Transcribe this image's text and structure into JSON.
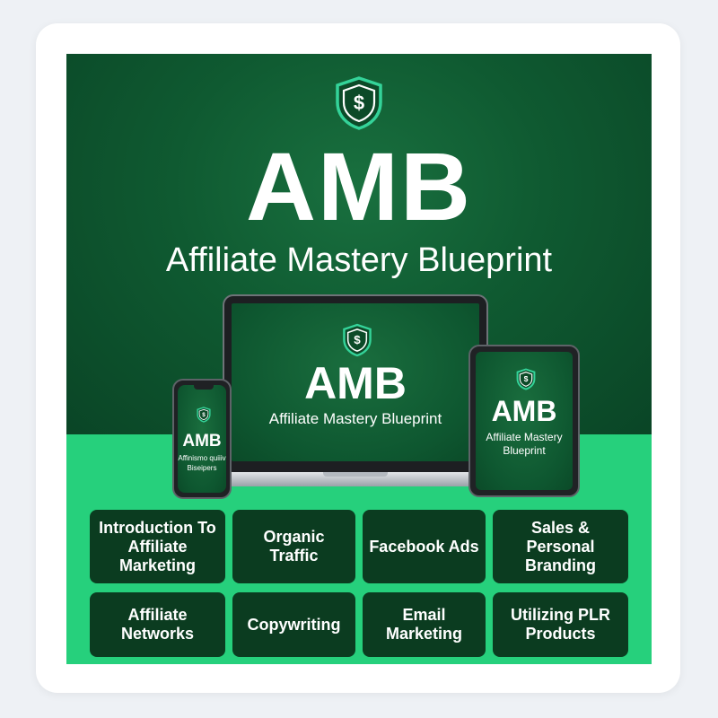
{
  "colors": {
    "dark_green": "#0f5a31",
    "bright_green": "#26d07c",
    "tile_green": "#0b3c20",
    "shield_accent": "#34d399",
    "text_white": "#ffffff"
  },
  "header": {
    "logo_icon": "shield-dollar-icon",
    "logo_symbol": "$",
    "title": "AMB",
    "subtitle": "Affiliate Mastery Blueprint"
  },
  "devices": {
    "laptop": {
      "title": "AMB",
      "subtitle": "Affiliate Mastery Blueprint"
    },
    "tablet": {
      "title": "AMB",
      "subtitle": "Affiliate Mastery Blueprint"
    },
    "phone": {
      "title": "AMB",
      "subtitle": "Affinismo quiiiv Biseipers"
    }
  },
  "modules": [
    {
      "label": "Introduction To Affiliate Marketing"
    },
    {
      "label": "Organic Traffic"
    },
    {
      "label": "Facebook Ads"
    },
    {
      "label": "Sales & Personal Branding"
    },
    {
      "label": "Affiliate Networks"
    },
    {
      "label": "Copywriting"
    },
    {
      "label": "Email Marketing"
    },
    {
      "label": "Utilizing PLR Products"
    }
  ]
}
